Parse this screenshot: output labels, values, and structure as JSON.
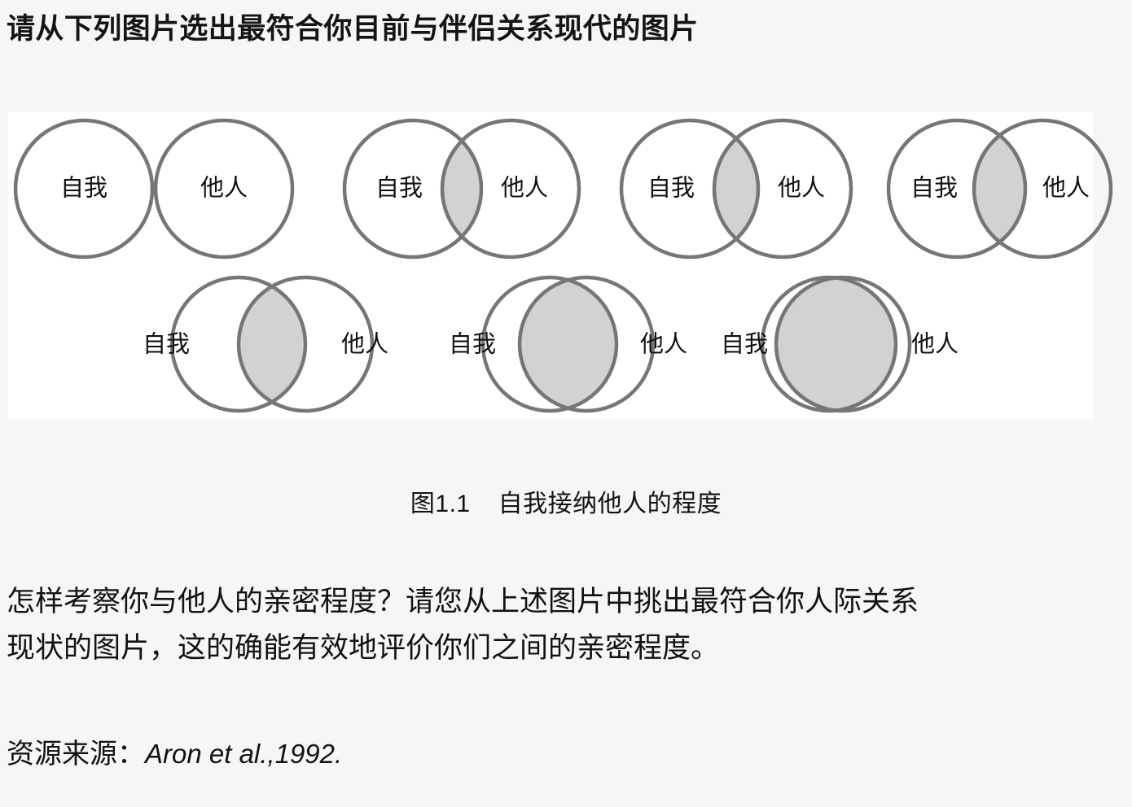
{
  "page": {
    "title": "请从下列图片选出最符合你目前与伴侣关系现代的图片",
    "background_color": "#f6f6f8",
    "panel_color": "#ffffff"
  },
  "figure": {
    "caption_number": "图1.1",
    "caption_text": "自我接纳他人的程度",
    "stroke_color": "#767676",
    "overlap_fill_color": "#d2d2d2",
    "label_self": "自我",
    "label_other": "他人",
    "rows": [
      {
        "row": 1,
        "label_placement": "inside",
        "pairs": [
          {
            "index": 1,
            "overlap": 0.0,
            "label_left": "自我",
            "label_right": "他人"
          },
          {
            "index": 2,
            "overlap": 0.18,
            "label_left": "自我",
            "label_right": "他人"
          },
          {
            "index": 3,
            "overlap": 0.3,
            "label_left": "自我",
            "label_right": "他人"
          },
          {
            "index": 4,
            "overlap": 0.4,
            "label_left": "自我",
            "label_right": "他人"
          }
        ]
      },
      {
        "row": 2,
        "label_placement": "outside",
        "pairs": [
          {
            "index": 5,
            "overlap": 0.55,
            "label_left": "自我",
            "label_right": "他人"
          },
          {
            "index": 6,
            "overlap": 0.74,
            "label_left": "自我",
            "label_right": "他人"
          },
          {
            "index": 7,
            "overlap": 0.9,
            "label_left": "自我",
            "label_right": "他人"
          }
        ]
      }
    ]
  },
  "body": {
    "lines": [
      "怎样考察你与他人的亲密程度？请您从上述图片中挑出最符合你人际关系",
      "现状的图片，这的确能有效地评价你们之间的亲密程度。"
    ]
  },
  "source": {
    "label": "资源来源：",
    "reference": "Aron et al.,1992."
  }
}
